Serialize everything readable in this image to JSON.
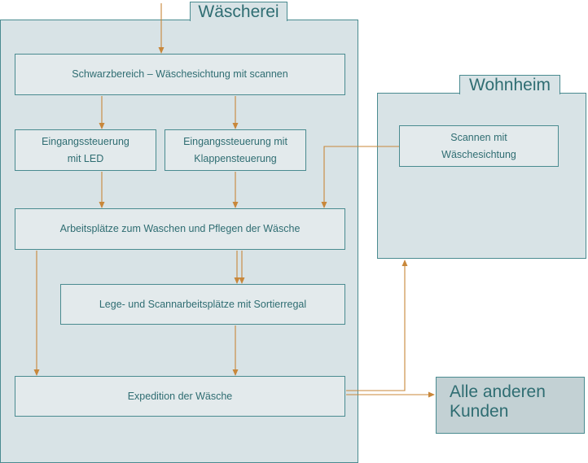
{
  "colors": {
    "panel": "#d8e3e6",
    "border": "#4a8b90",
    "text": "#2f6d72",
    "arrow": "#c8873a"
  },
  "panels": {
    "waescherei": "Wäscherei",
    "wohnheim": "Wohnheim"
  },
  "nodes": {
    "schwarzbereich": "Schwarzbereich – Wäschesichtung mit scannen",
    "eingang_led": "Eingangssteuerung\nmit LED",
    "eingang_klappe": "Eingangssteuerung mit\nKlappensteuerung",
    "arbeitsplaetze": "Arbeitsplätze zum Waschen und Pflegen der Wäsche",
    "lege_scann": "Lege- und Scannarbeitsplätze mit Sortierregal",
    "expedition": "Expedition der Wäsche",
    "scannen": "Scannen mit\nWäschesichtung",
    "andere_kunden": "Alle anderen\nKunden"
  }
}
